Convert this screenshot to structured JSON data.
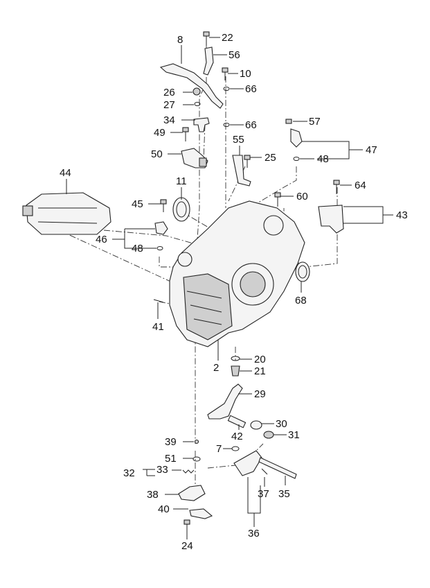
{
  "diagram": {
    "callouts": {
      "c22": "22",
      "c8": "8",
      "c56": "56",
      "c10": "10",
      "c26": "26",
      "c66a": "66",
      "c27": "27",
      "c34": "34",
      "c66b": "66",
      "c57": "57",
      "c49": "49",
      "c55": "55",
      "c47": "47",
      "c50": "50",
      "c25": "25",
      "c48a": "48",
      "c44": "44",
      "c11": "11",
      "c64": "64",
      "c60": "60",
      "c45": "45",
      "c43": "43",
      "c46": "46",
      "c48b": "48",
      "c68": "68",
      "c41": "41",
      "c20": "20",
      "c2": "2",
      "c21": "21",
      "c29": "29",
      "c30": "30",
      "c42": "42",
      "c31": "31",
      "c39": "39",
      "c7": "7",
      "c51": "51",
      "c32": "32",
      "c33": "33",
      "c37": "37",
      "c35": "35",
      "c38": "38",
      "c40": "40",
      "c36": "36",
      "c24": "24"
    }
  }
}
